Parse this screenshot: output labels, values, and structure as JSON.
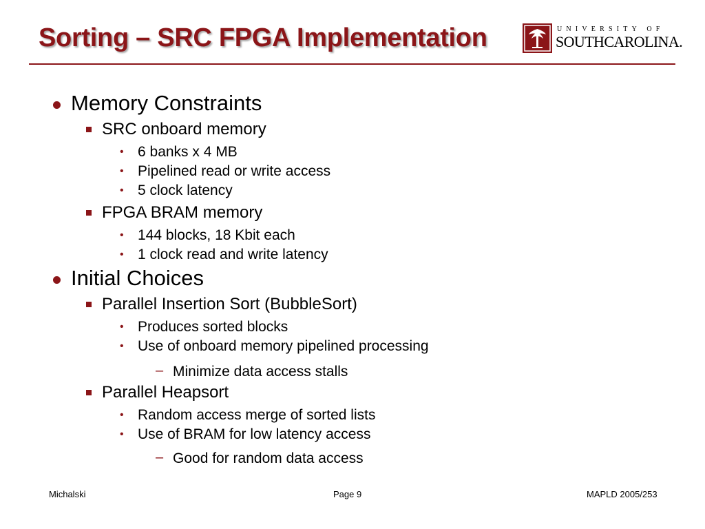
{
  "title": "Sorting – SRC FPGA Implementation",
  "logo": {
    "line1": "UNIVERSITY OF",
    "line2": "SOUTHCAROLINA."
  },
  "colors": {
    "accent": "#8b1518"
  },
  "bullets": [
    {
      "text": "Memory Constraints",
      "children": [
        {
          "text": "SRC onboard memory",
          "children": [
            {
              "text": "6 banks x 4 MB"
            },
            {
              "text": "Pipelined read or write access"
            },
            {
              "text": "5 clock latency"
            }
          ]
        },
        {
          "text": "FPGA BRAM memory",
          "children": [
            {
              "text": "144 blocks, 18 Kbit each"
            },
            {
              "text": "1 clock read and write latency"
            }
          ]
        }
      ]
    },
    {
      "text": "Initial Choices",
      "children": [
        {
          "text": "Parallel Insertion Sort (BubbleSort)",
          "children": [
            {
              "text": "Produces sorted blocks"
            },
            {
              "text": "Use of onboard memory pipelined processing",
              "children": [
                {
                  "text": "Minimize data access stalls"
                }
              ]
            }
          ]
        },
        {
          "text": "Parallel Heapsort",
          "children": [
            {
              "text": "Random access merge of sorted lists"
            },
            {
              "text": "Use of BRAM for low latency access",
              "children": [
                {
                  "text": "Good for random data access"
                }
              ]
            }
          ]
        }
      ]
    }
  ],
  "footer": {
    "left": "Michalski",
    "center": "Page 9",
    "right": "MAPLD 2005/253"
  }
}
